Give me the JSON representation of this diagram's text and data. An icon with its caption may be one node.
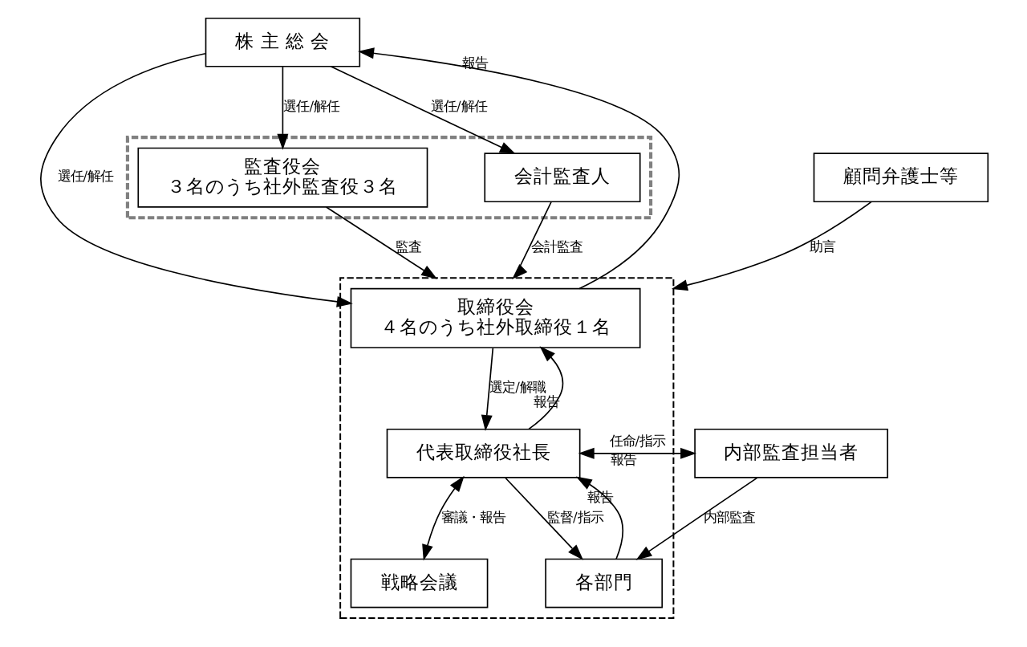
{
  "diagram": {
    "nodes": [
      {
        "text": [
          "株 主 総 会"
        ]
      },
      {
        "text": [],
        "shape": "box"
      },
      {
        "text": [],
        "shape": "box"
      },
      {
        "text": [
          "取締役会",
          "４名のうち社外取締役１名"
        ],
        "in": 1
      },
      {
        "text": [
          "監査役会",
          "３名のうち社外監査役３名"
        ],
        "in": 2
      },
      {
        "text": [
          "会計監査人"
        ],
        "in": 2
      },
      {
        "text": [
          "代表取締役社長"
        ],
        "in": 1
      },
      {
        "text": [
          "内部監査担当者"
        ]
      },
      {
        "text": [
          "戦略会議"
        ],
        "in": 1
      },
      {
        "text": [
          "顧問弁護士等"
        ]
      },
      {
        "text": [
          "各部門"
        ],
        "in": 1
      }
    ],
    "edges": [
      {
        "from": 0,
        "to": 3,
        "arrow": "to",
        "label": "選任/解任"
      },
      {
        "from": 3,
        "to": 0,
        "arrow": "to",
        "label": "報告"
      },
      {
        "from": 0,
        "to": 4,
        "arrow": "to",
        "label": "選任/解任"
      },
      {
        "from": 0,
        "to": 5,
        "arrow": "to",
        "label": "選任/解任"
      },
      {
        "from": 4,
        "to": 1,
        "arrow": "to",
        "label": "監査"
      },
      {
        "from": 3,
        "to": 6,
        "arrow": "to",
        "label": "選定/解職"
      },
      {
        "from": 6,
        "to": 3,
        "arrow": "to",
        "label": "報告"
      },
      {
        "from": 6,
        "to": 7,
        "arrow": "to",
        "label": "任命/指示"
      },
      {
        "from": 7,
        "to": 6,
        "arrow": "to",
        "label": "報告"
      },
      {
        "from": 6,
        "to": 8,
        "arrow": "both",
        "label": "審議・報告"
      },
      {
        "from": 6,
        "to": 10,
        "arrow": "to",
        "label": "監督/指示"
      },
      {
        "from": 10,
        "to": 6,
        "arrow": "to",
        "label": "報告"
      },
      {
        "from": 7,
        "to": 10,
        "arrow": "to",
        "label": "内部監査"
      },
      {
        "from": 5,
        "to": 1,
        "arrow": "to",
        "label": "会計監査"
      },
      {
        "from": 9,
        "to": 1,
        "arrow": "to",
        "label": "助言"
      }
    ]
  }
}
